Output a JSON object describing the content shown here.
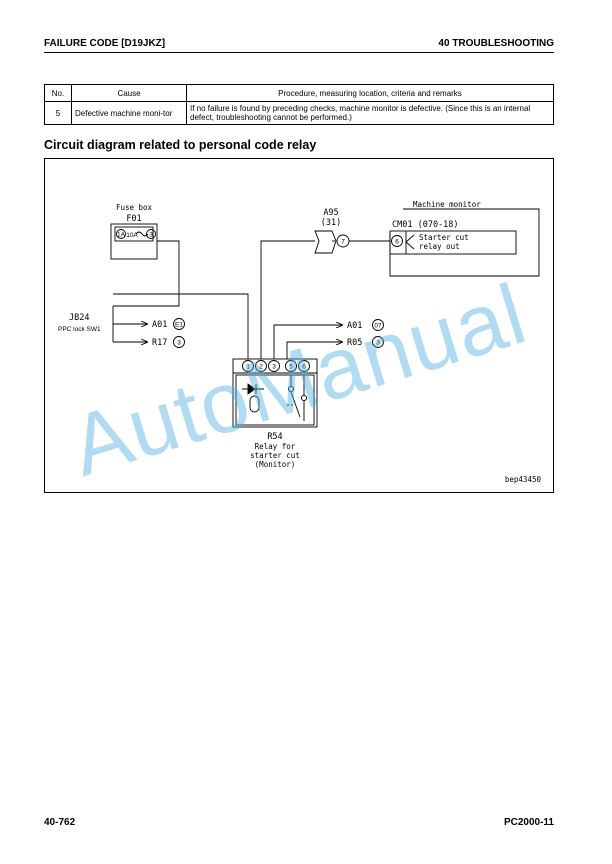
{
  "header": {
    "left": "FAILURE CODE [D19JKZ]",
    "right": "40 TROUBLESHOOTING"
  },
  "table": {
    "headers": [
      "No.",
      "Cause",
      "Procedure, measuring location, criteria and remarks"
    ],
    "rows": [
      {
        "no": "5",
        "cause": "Defective machine moni-tor",
        "procedure": "If no failure is found by preceding checks, machine monitor is defective. (Since this is an internal defect, troubleshooting cannot be performed.)"
      }
    ]
  },
  "section_title": "Circuit diagram related to personal code relay",
  "diagram": {
    "fuse_box": {
      "title": "Fuse box",
      "id": "F01",
      "pin_in": "1A",
      "rating": "10A",
      "pin_out": "3"
    },
    "a95": {
      "id": "A95",
      "pins": "(31)",
      "pin": "7"
    },
    "machine_monitor": {
      "title": "Machine monitor",
      "id": "CM01 (070-18)",
      "pin": "6",
      "signal_line1": "Starter cut",
      "signal_line2": "relay out"
    },
    "jb24": {
      "id": "JB24",
      "label": "PPC lock SW1"
    },
    "arrows_left": [
      {
        "dest": "A01",
        "pin": "E1"
      },
      {
        "dest": "R17",
        "pin": "3"
      }
    ],
    "arrows_right": [
      {
        "dest": "A01",
        "pin": "07"
      },
      {
        "dest": "R05",
        "pin": "3"
      }
    ],
    "relay": {
      "pins": [
        "1",
        "2",
        "3",
        "5",
        "6"
      ],
      "id": "R54",
      "desc1": "Relay for",
      "desc2": "starter cut",
      "desc3": "(Monitor)"
    },
    "figure_code": "bep43450"
  },
  "watermark": "AutoManual",
  "footer": {
    "left": "40-762",
    "right": "PC2000-11"
  }
}
